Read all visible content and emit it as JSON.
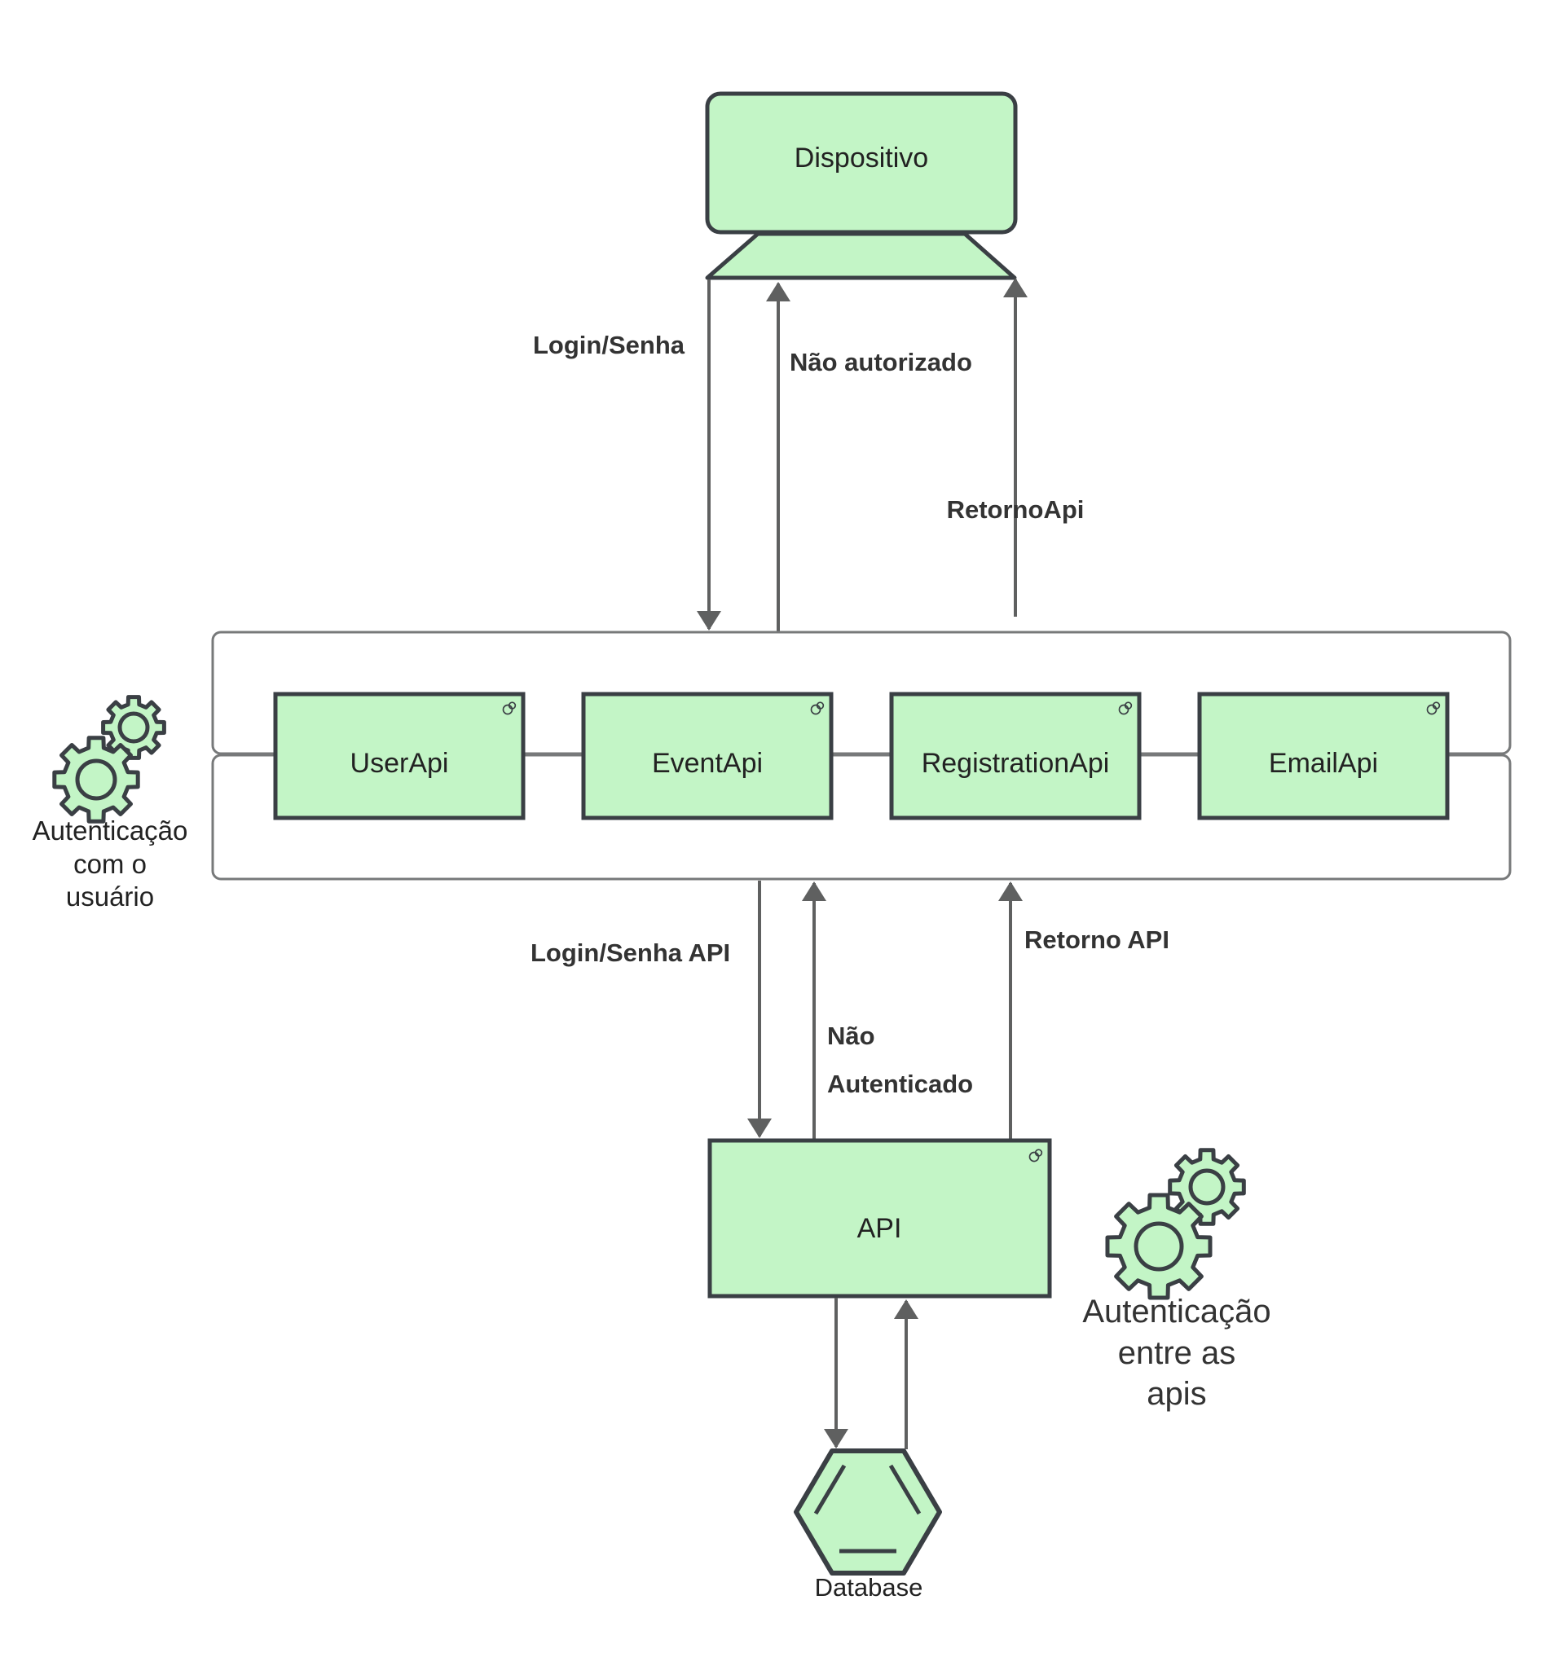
{
  "colors": {
    "node_fill": "#c3f5c6",
    "node_stroke": "#3a3f44",
    "edge": "#5f6060",
    "container_stroke": "#77797a"
  },
  "nodes": {
    "device": "Dispositivo",
    "user_api": "UserApi",
    "event_api": "EventApi",
    "registration_api": "RegistrationApi",
    "email_api": "EmailApi",
    "api": "API",
    "database": "Database"
  },
  "edges": {
    "login_senha": "Login/Senha",
    "nao_autorizado": "Não autorizado",
    "retorno_api_top": "RetornoApi",
    "login_senha_api": "Login/Senha API",
    "nao_autenticado_1": "Não",
    "nao_autenticado_2": "Autenticado",
    "retorno_api_bottom": "Retorno API"
  },
  "annotations": {
    "user_auth": [
      "Autenticação",
      "com o",
      "usuário"
    ],
    "api_auth": [
      "Autenticação",
      "entre as",
      "apis"
    ]
  },
  "icons": {
    "gear": "gear-icon",
    "component": "component-icon",
    "database": "database-icon",
    "device": "laptop-icon"
  }
}
